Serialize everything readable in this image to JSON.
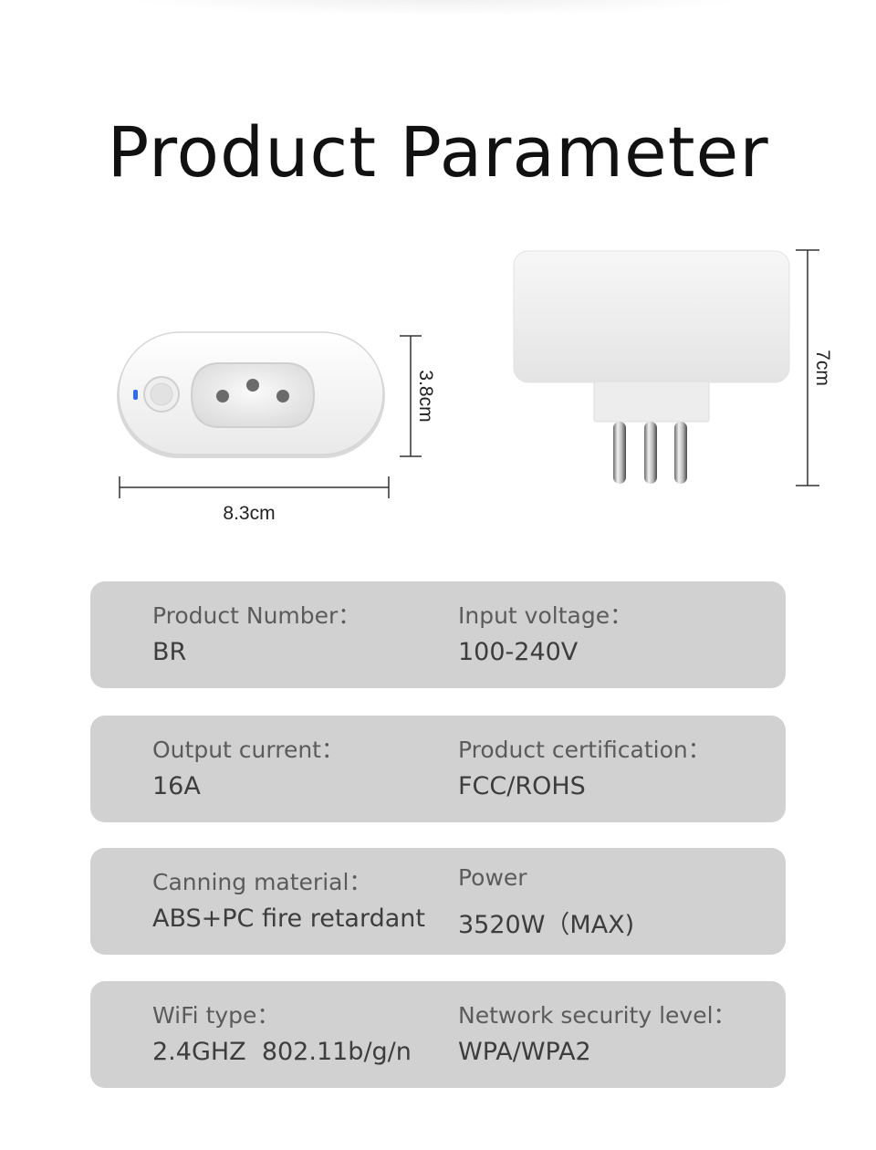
{
  "title": "Product Parameter",
  "dimensions": {
    "width": "8.3cm",
    "height": "3.8cm",
    "depth": "7cm"
  },
  "specs": [
    {
      "left": {
        "label": "Product Number：",
        "value": "BR"
      },
      "right": {
        "label": "Input voltage：",
        "value": "100-240V"
      }
    },
    {
      "left": {
        "label": "Output current：",
        "value": "16A"
      },
      "right": {
        "label": "Product certification：",
        "value": "FCC/ROHS"
      }
    },
    {
      "left": {
        "label": "Canning material：",
        "value": "ABS+PC fire retardant"
      },
      "right": {
        "label": "Power",
        "value": "3520W（MAX)"
      }
    },
    {
      "left": {
        "label": "WiFi type：",
        "value": "2.4GHZ  802.11b/g/n"
      },
      "right": {
        "label": "Network security level：",
        "value": "WPA/WPA2"
      }
    }
  ],
  "colors": {
    "card_background": "#d1d1d1",
    "indicator_led": "#2f6df0"
  }
}
